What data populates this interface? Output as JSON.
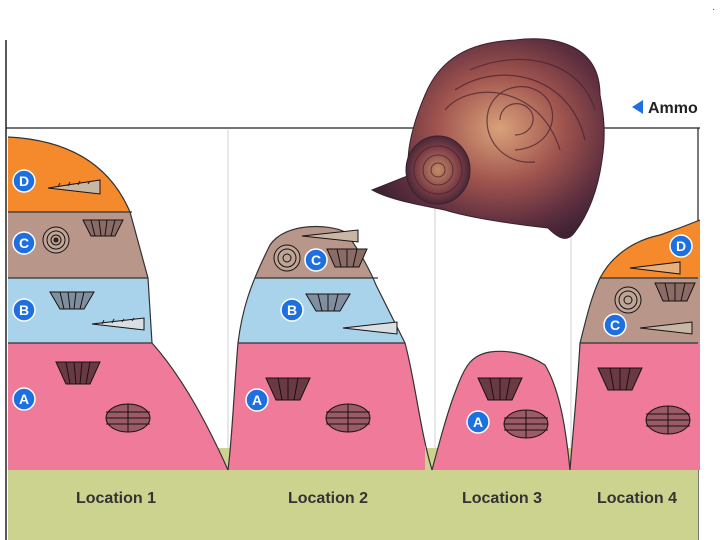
{
  "legend": {
    "label": "Ammo",
    "marker": "left-triangle"
  },
  "layer_letters": [
    "A",
    "B",
    "C",
    "D"
  ],
  "colors": {
    "D": "#F48A2C",
    "C": "#B8968A",
    "B": "#A9D3EA",
    "A": "#F07A9A",
    "base": "#CCD38E",
    "badge": "#1E6FE0",
    "divider": "#cfcfcf"
  },
  "locations": [
    {
      "name": "Location 1",
      "layers": [
        "A",
        "B",
        "C",
        "D"
      ]
    },
    {
      "name": "Location 2",
      "layers": [
        "A",
        "B",
        "C"
      ]
    },
    {
      "name": "Location 3",
      "layers": [
        "A"
      ]
    },
    {
      "name": "Location 4",
      "layers": [
        "A",
        "C",
        "D"
      ]
    }
  ],
  "fossil_icons": [
    "trilobite-icon",
    "brachiopod-icon",
    "gastropod-icon",
    "ammonite-icon",
    "ammonite-photo"
  ]
}
